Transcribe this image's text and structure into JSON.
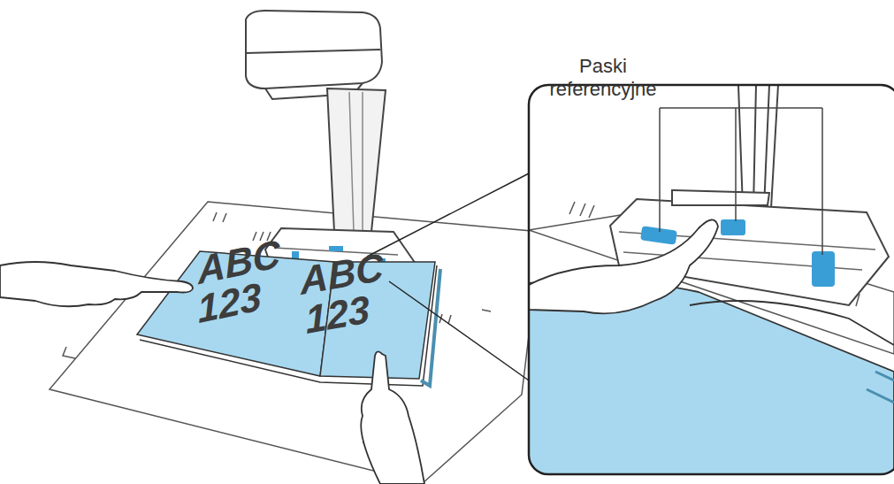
{
  "diagram": {
    "labels": [
      "Paski referencyjne",
      "ABC",
      "123",
      "ABC",
      "123"
    ]
  }
}
